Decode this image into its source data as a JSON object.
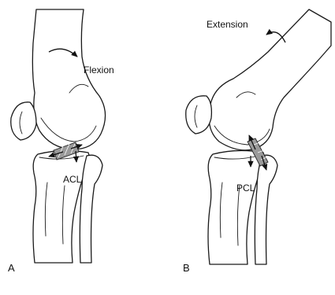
{
  "panel_a": {
    "letter": "A",
    "motion_label": "Flexion",
    "ligament_label": "ACL"
  },
  "panel_b": {
    "letter": "B",
    "motion_label": "Extension",
    "ligament_label": "PCL"
  }
}
